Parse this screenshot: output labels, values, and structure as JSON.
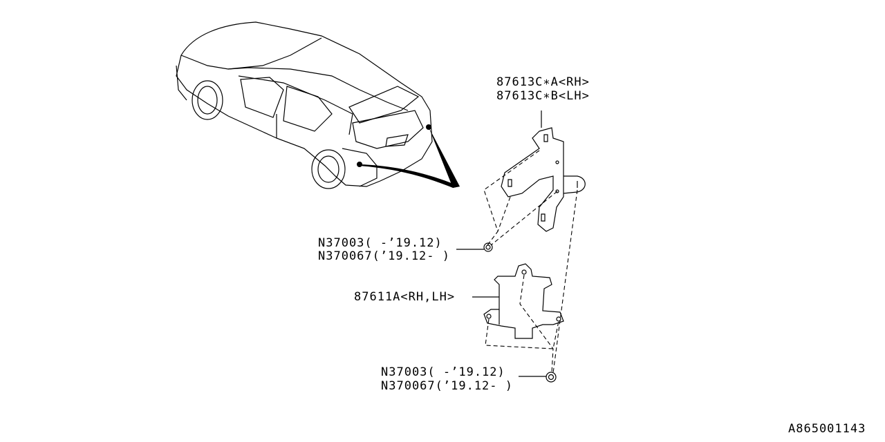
{
  "labels": {
    "bracket_rh": "87613C∗A<RH>",
    "bracket_lh": "87613C∗B<LH>",
    "nut_upper_1": "N37003( -’19.12)",
    "nut_upper_2": "N370067(’19.12- )",
    "module": "87611A<RH,LH>",
    "nut_lower_1": "N37003( -’19.12)",
    "nut_lower_2": "N370067(’19.12- )"
  },
  "diagram_id": "A865001143"
}
